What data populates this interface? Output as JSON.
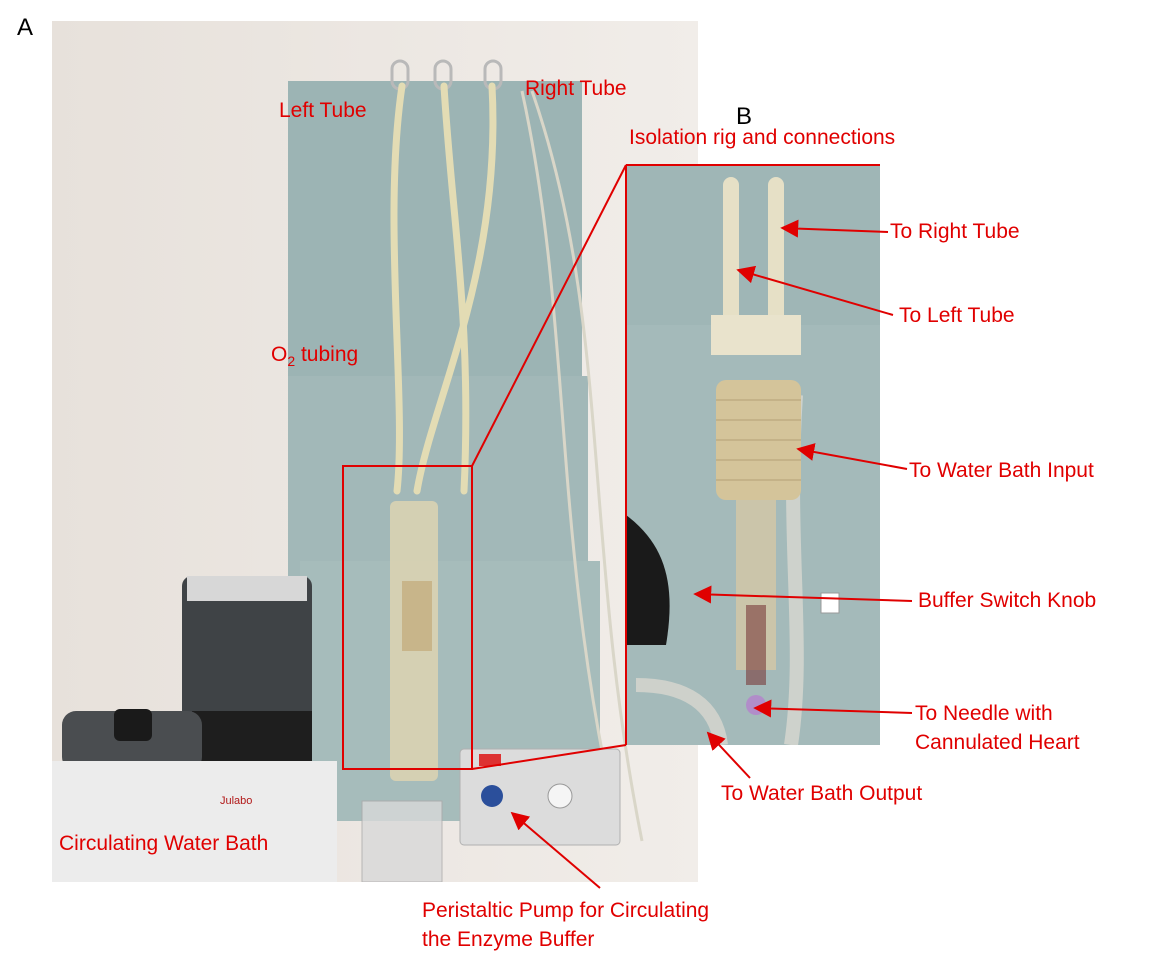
{
  "colors": {
    "annotation": "#e00000",
    "wall": "#ece7e2",
    "drape": "#9cb4b4"
  },
  "panel_a": {
    "letter": "A",
    "labels": {
      "left_tube": "Left Tube",
      "right_tube": "Right Tube",
      "o2_main": "O",
      "o2_sub": "2",
      "o2_rest": " tubing",
      "water_bath": "Circulating Water Bath",
      "pump_line1": "Peristaltic Pump for Circulating",
      "pump_line2": "the Enzyme Buffer"
    },
    "brand": "Julabo"
  },
  "panel_b": {
    "letter": "B",
    "title": "Isolation rig and connections",
    "labels": {
      "to_right_tube": "To Right Tube",
      "to_left_tube": "To Left Tube",
      "to_water_bath_input": "To Water Bath Input",
      "buffer_switch_knob": "Buffer Switch Knob",
      "needle_line1": "To Needle with",
      "needle_line2": "Cannulated Heart",
      "to_water_bath_output": "To Water Bath Output"
    }
  }
}
